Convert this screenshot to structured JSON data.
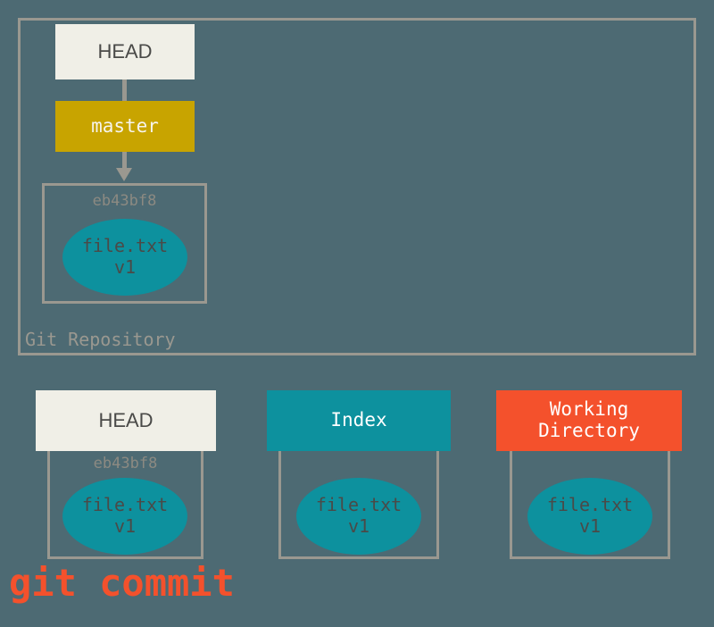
{
  "diagram": {
    "background_color": "#4d6a73",
    "frame_color": "#9a9890",
    "command_caption": "git commit",
    "command_color": "#f4512c"
  },
  "repository": {
    "label": "Git Repository",
    "head": {
      "label": "HEAD",
      "color": "#f0efe7"
    },
    "branch": {
      "label": "master",
      "color": "#c8a400"
    },
    "commit": {
      "sha": "eb43bf8",
      "blob": {
        "filename": "file.txt",
        "version": "v1",
        "color": "#0d919e"
      }
    }
  },
  "areas": [
    {
      "name": "head",
      "title": "HEAD",
      "title_color": "#f0efe7",
      "title_text_color": "#4a4a48",
      "sha": "eb43bf8",
      "blob": {
        "filename": "file.txt",
        "version": "v1"
      }
    },
    {
      "name": "index",
      "title": "Index",
      "title_color": "#0d919e",
      "title_text_color": "#ffffff",
      "sha": "",
      "blob": {
        "filename": "file.txt",
        "version": "v1"
      }
    },
    {
      "name": "working-directory",
      "title": "Working\nDirectory",
      "title_line1": "Working",
      "title_line2": "Directory",
      "title_color": "#f4512c",
      "title_text_color": "#ffffff",
      "sha": "",
      "blob": {
        "filename": "file.txt",
        "version": "v1"
      }
    }
  ]
}
